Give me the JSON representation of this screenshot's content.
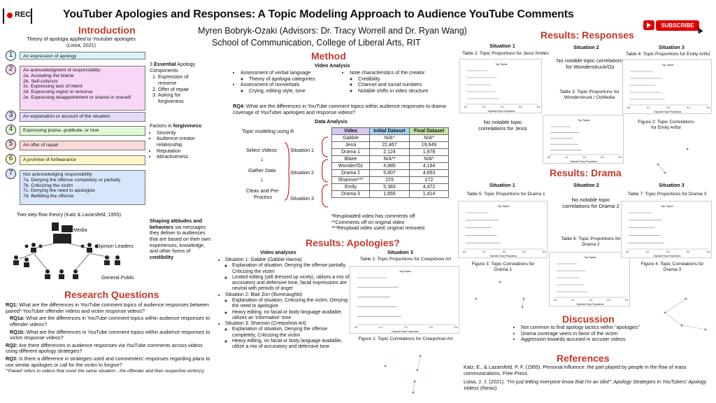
{
  "header": {
    "title": "YouTuber Apologies and Responses: A Topic Modeling Approach to Audience YouTube Comments",
    "rec_label": "REC",
    "authors": "Myren Bobryk-Ozaki (Advisors: Dr. Tracy Worrell and Dr. Ryan Wang)",
    "affiliation": "School of Communication, College of Liberal Arts, RIT",
    "subscribe_label": "SUBSCRIBE"
  },
  "intro": {
    "heading": "Introduction",
    "theory": "Theory of apologia applied to Youtuber apologies (Loisa, 2021)",
    "items": [
      {
        "n": "1",
        "text": "An expression of apology",
        "color": "#d8f4fb"
      },
      {
        "n": "2",
        "text": "An acknowledgment of responsibility:\n2a. Accepting the blame\n2b. Self-criticism\n2c. Expressing lack of intent\n2d. Expressing regret or remorse\n2e. Expressing disappointment or shame in oneself",
        "color": "#f8d6f6"
      },
      {
        "n": "3",
        "text": "An explanation or account of the situation",
        "color": "#e2dcfa"
      },
      {
        "n": "4",
        "text": "Expressing praise, gratitude, or love",
        "color": "#def8d6"
      },
      {
        "n": "5",
        "text": "An offer of repair",
        "color": "#fbd9d9"
      },
      {
        "n": "6",
        "text": "A promise of forbearance",
        "color": "#fdf6c8"
      },
      {
        "n": "7",
        "text": "Not acknowledging responsibility\n7a. Denying the offense completely or partially\n7b. Criticizing the victim\n7c. Denying the need to apologize\n7d. Belittling the offense",
        "color": "#d8e6fb"
      }
    ],
    "essential_pre": "3 ",
    "essential_bold": "Essential",
    "essential_post": " Apology Components",
    "components": [
      "Expression of remorse",
      "Offer of repair",
      "Asking for forgiveness"
    ],
    "factors_pre": "Factors in ",
    "factors_bold": "forgiveness",
    "factors_post": ":",
    "factors": [
      "Sincerity",
      "Audience-creator relationship",
      "Reputation",
      "Attractiveness"
    ],
    "flow_title": "Two-step flow theory (Katz & Lazarsfeld, 1955)",
    "flow_media": "Media",
    "flow_leaders": "Opinion Leaders",
    "flow_public": "General Public",
    "shaping_bold1": "Shaping attitudes and behaviors",
    "shaping_mid": " via messages they deliver to audiences that are based on their own experiences, knowledge, and other forms of ",
    "shaping_bold2": "credibility"
  },
  "rq": {
    "heading": "Research Questions",
    "items": [
      {
        "label": "RQ1:",
        "text": " What are the differences in YouTube comment topics of audience responses between paired* YouTuber offender videos and victim response videos?"
      },
      {
        "label": "RQ1a:",
        "text": " What are the differences in YouTube comment topics within audience responses to offender videos?"
      },
      {
        "label": "RQ1b:",
        "text": " What are the differences in YouTube comment topics within audience responses to victim response videos?"
      },
      {
        "label": "RQ2:",
        "text": " Are there differences in audience responses via YouTube comments across videos using different apology strategies?"
      },
      {
        "label": "RQ3:",
        "text": " Is there a difference in strategies used and commenters' responses regarding plans to use similar apologies or call for the victim to forgive?"
      }
    ],
    "footnote": "*'Paired' refers to videos that cover the same situation - the offender and their respective victim(s)"
  },
  "method": {
    "heading": "Method",
    "video_analysis": "Video Analysis",
    "left": [
      "Assessment of verbal language",
      "Theory of apologia categories",
      "Assessment of nonverbals",
      "Crying, editing style, tone"
    ],
    "right": [
      "Note characteristics of the creator",
      "Credibility",
      "Channel and social numbers",
      "Notable shifts in video structure"
    ],
    "rq4_label": "RQ4:",
    "rq4": " What are the differences in YouTube comment topics within audience responses to drama coverage of YouTuber apologies and response videos?",
    "data_analysis": "Data Analysis",
    "topic_modeling": "Topic modeling using R",
    "steps": [
      "Select Videos",
      "Gather Data",
      "Clean and Pre-Process"
    ],
    "situations": [
      "Situation 1",
      "Situation 2",
      "Situation 3"
    ],
    "table_headers": [
      "Video",
      "Initial Dataset",
      "Final Dataset"
    ],
    "table_rows": [
      [
        "Gabbie",
        "N/A*",
        "N/A*"
      ],
      [
        "Jessi",
        "22,467",
        "19,649"
      ],
      [
        "Drama 1",
        "2,124",
        "1,878"
      ],
      [
        "Blaire",
        "N/A**",
        "N/A*"
      ],
      [
        "Wonder/Oz",
        "4,885",
        "4,164"
      ],
      [
        "Drama 2",
        "5,807",
        "4,653"
      ],
      [
        "Shannon***",
        "229",
        "172"
      ],
      [
        "Emily",
        "5,383",
        "4,472"
      ],
      [
        "Drama 3",
        "1,655",
        "1,414"
      ]
    ],
    "notes": [
      "*Reuploaded video has comments off",
      "**Comments off on original video",
      "***Reupload video used; original removed"
    ]
  },
  "apologies": {
    "heading": "Results: Apologies?",
    "video_analyses": "Video analyses",
    "items": [
      {
        "title": "Situation 1: Gabbie (Gabbie Hanna)",
        "subs": [
          "Explanation of situation, Denying the offense partially, Criticizing the victim",
          "Limited editing (still dressed up nicely), utilizes a mix of accusatory and defensive tone, facial expressions are neutral with periods of anger"
        ]
      },
      {
        "title": "Situation 2: Blair Zon (illuminaughtii)",
        "subs": [
          "Explanation of situation, Criticizing the victim, Denying the need to apologize",
          "Heavy editing, no facial or body language available, utilizes an 'informative' tone"
        ]
      },
      {
        "title": "Situation 3: Shannon (Creepshow Art)",
        "subs": [
          "Explanation of situation, Denying the offense completely, Criticizing the victim",
          "Heavy editing, no facial or body language available, utilize a mix of accusatory and defensive tone"
        ]
      }
    ],
    "sit3": "Situation 3",
    "table_cap": "Table 1: Topic Proportions for Creepshow Art",
    "fig_cap": "Figure 1: Topic Correlations for Creepshow Art"
  },
  "responses": {
    "heading": "Results: Responses",
    "sit1": "Situation 1",
    "sit2": "Situation 2",
    "sit3": "Situation 3",
    "t2": "Table 2: Topic Proportions for Jessi Smiles",
    "no_notable_jessi": "No notable topic correlations for Jessi",
    "no_notable_wonder": "No notable topic correlations for Wonderstruck/Oz",
    "t3": "Table 3: Topic Proportions for Wonderstruck / OzMedia",
    "t4": "Table 4: Topic Proportions for Emily Artful",
    "f2": "Figure 2: Topic Correlations for Emily Artful"
  },
  "drama": {
    "heading": "Results: Drama",
    "sit1": "Situation 1",
    "sit2": "Situation 2",
    "sit3": "Situation 3",
    "t5": "Table 5: Topic Proportions for Drama 1",
    "f3": "Figure 3: Topic Correlations for Drama 1",
    "no_notable": "No notable topic correlations for Drama 2",
    "t6": "Table 6: Topic Proportions for Drama 2",
    "t7": "Table 7: Topic Proportions for Drama 3",
    "f4": "Figure 4: Topic Correlations for Drama 3"
  },
  "discussion": {
    "heading": "Discussion",
    "items": [
      "Not common to find apology tactics within “apologies”",
      "Drama coverage veers in favor of the victim",
      "Aggression towards accused in accuser videos"
    ]
  },
  "references": {
    "heading": "References",
    "ref1": "Katz, E., & Lazarsfeld, P. F. (1955). Personal influence: the part played by people in the flow of mass communications. Free Press.",
    "ref2_pre": "Loisa, J. J. (2021). ",
    "ref2_italic": "“I'm just letting everyone know that I'm an idiot”: Apology Strategies in YouTubers' Apology Videos",
    "ref2_post": " (thesis)."
  },
  "mini_fig": {
    "top_topics": "Top Topics",
    "x_label": "Expected Topic Proportions",
    "ticks": [
      "0.0",
      "0.1",
      "0.2",
      "0.3",
      "0.4"
    ]
  },
  "colors": {
    "accent": "#c0392b",
    "youtube_red": "#e00000"
  }
}
